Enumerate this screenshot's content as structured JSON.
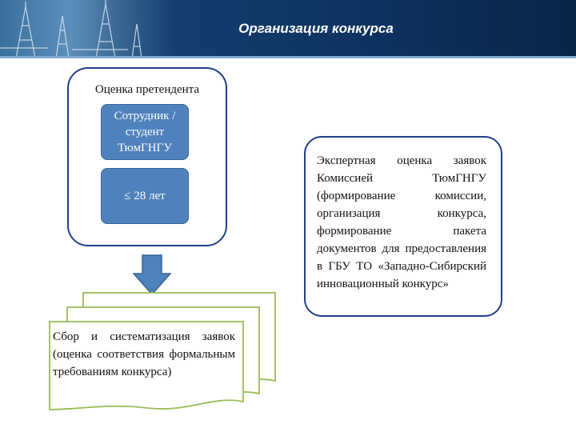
{
  "header": {
    "title": "Организация конкурса"
  },
  "evaluation": {
    "title": "Оценка претендента",
    "tile_status": "Сотрудник / студент ТюмГНГУ",
    "tile_age": "≤ 28 лет"
  },
  "collection": {
    "text": "Сбор и систематизация заявок (оценка соответствия формальным требованиям конкурса)"
  },
  "expert": {
    "text": "Экспертная оценка заявок Комиссией ТюмГНГУ (формирование комиссии, организация конкурса, формирование пакета документов для предоставления в ГБУ ТО «Западно-Сибирский инновационный конкурс»"
  },
  "colors": {
    "header_bg": "#143d6e",
    "tile_fill": "#4f81bd",
    "box_border": "#1f3f8a",
    "doc_border": "#9bbb59"
  }
}
